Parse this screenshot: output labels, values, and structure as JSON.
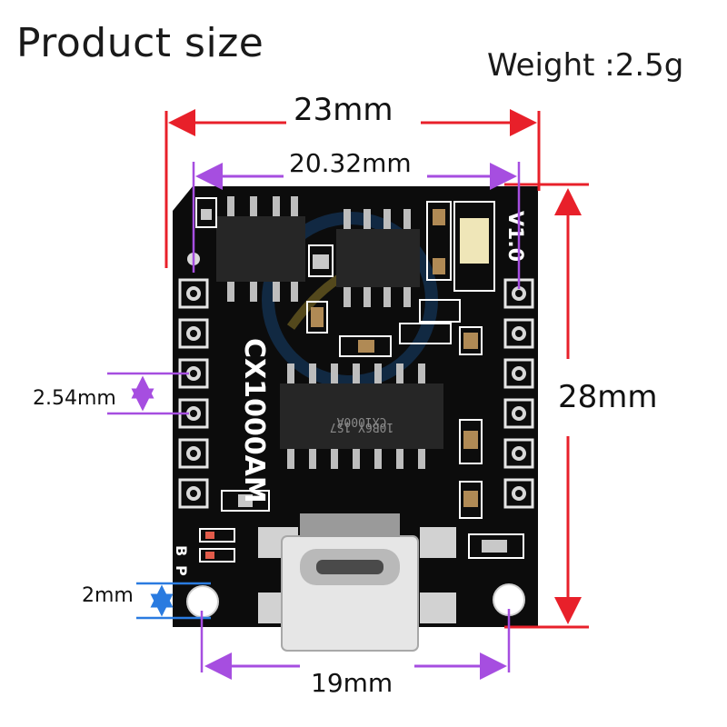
{
  "header": {
    "title": "Product size",
    "weight": "Weight :2.5g"
  },
  "dimensions": {
    "width": "23mm",
    "pin_row_spacing": "20.32mm",
    "height": "28mm",
    "pin_pitch": "2.54mm",
    "hole_diameter": "2mm",
    "hole_spacing": "19mm"
  },
  "board": {
    "model": "CX1000AM",
    "version": "V1.0",
    "chip_marking_1": "CX1000A",
    "chip_marking_2": "10B6Y 1S7",
    "pad_labels": [
      "B",
      "P"
    ],
    "colors": {
      "pcb": "#0c0c0c",
      "silkscreen": "#ffffff",
      "dimension_red": "#e8202a",
      "dimension_purple": "#a64ee0",
      "dimension_blue": "#2a7be0"
    }
  }
}
